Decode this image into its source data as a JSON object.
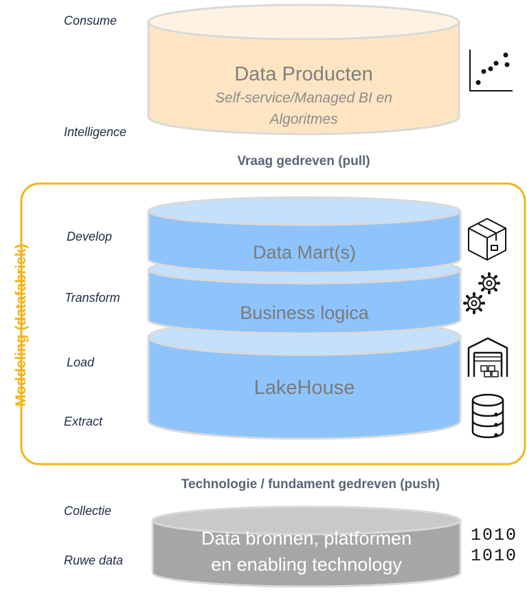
{
  "labels": {
    "consume": "Consume",
    "intelligence": "Intelligence",
    "develop": "Develop",
    "transform": "Transform",
    "load": "Load",
    "extract": "Extract",
    "collectie": "Collectie",
    "ruwe_data": "Ruwe data"
  },
  "captions": {
    "pull": "Vraag gedreven (pull)",
    "push": "Technologie / fundament gedreven (push)",
    "modeling": "Moddeling (datafabriek)"
  },
  "cylinders": {
    "data_producten": {
      "title": "Data Producten",
      "subtitle_line1": "Self-service/Managed BI en",
      "subtitle_line2": "Algoritmes"
    },
    "data_marts": {
      "title": "Data Mart(s)"
    },
    "business_logica": {
      "title": "Business logica"
    },
    "lakehouse": {
      "title": "LakeHouse"
    },
    "data_bronnen": {
      "line1": "Data bronnen, platformen",
      "line2": "en enabling technology"
    }
  },
  "binary": {
    "line1": "1010",
    "line2": "1010"
  },
  "colors": {
    "peach": "#fde5c4",
    "blue": "#8ec4fb",
    "blue_top": "#c4e0fc",
    "gray": "#a6a6a6",
    "gray_top": "#c9c9c9",
    "accent_orange": "#f2b418",
    "caption_gray": "#5b6478"
  },
  "icons": [
    "scatter-plot-icon",
    "box-icon",
    "gears-icon",
    "warehouse-icon",
    "database-icon",
    "binary-icon"
  ]
}
